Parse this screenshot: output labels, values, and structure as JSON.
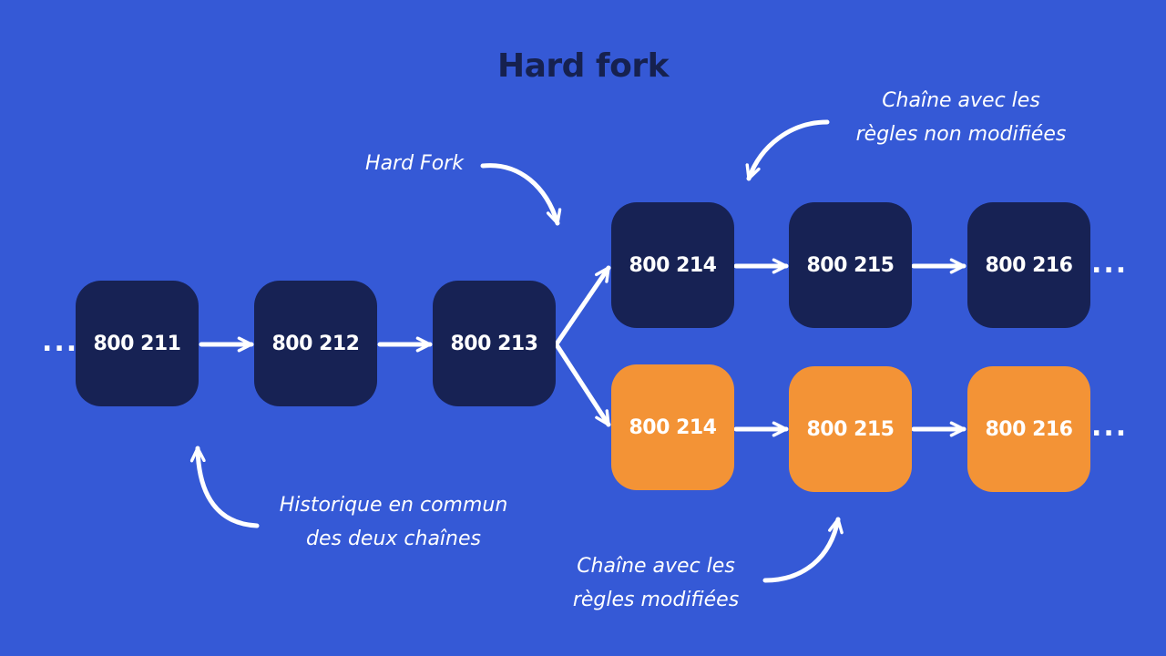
{
  "title": "Hard fork",
  "continuation": "...",
  "common_chain": [
    "800 211",
    "800 212",
    "800 213"
  ],
  "unmodified_chain": [
    "800 214",
    "800 215",
    "800 216"
  ],
  "modified_chain": [
    "800 214",
    "800 215",
    "800 216"
  ],
  "annotations": {
    "fork_point": "Hard Fork",
    "unmodified_line1": "Chaîne avec les",
    "unmodified_line2": "règles non modifiées",
    "common_line1": "Historique en commun",
    "common_line2": "des deux chaînes",
    "modified_line1": "Chaîne avec les",
    "modified_line2": "règles modifiées"
  },
  "colors": {
    "background": "#3559d6",
    "block_navy": "#172254",
    "block_orange": "#f39336",
    "title": "#16214f",
    "arrow": "#ffffff"
  }
}
